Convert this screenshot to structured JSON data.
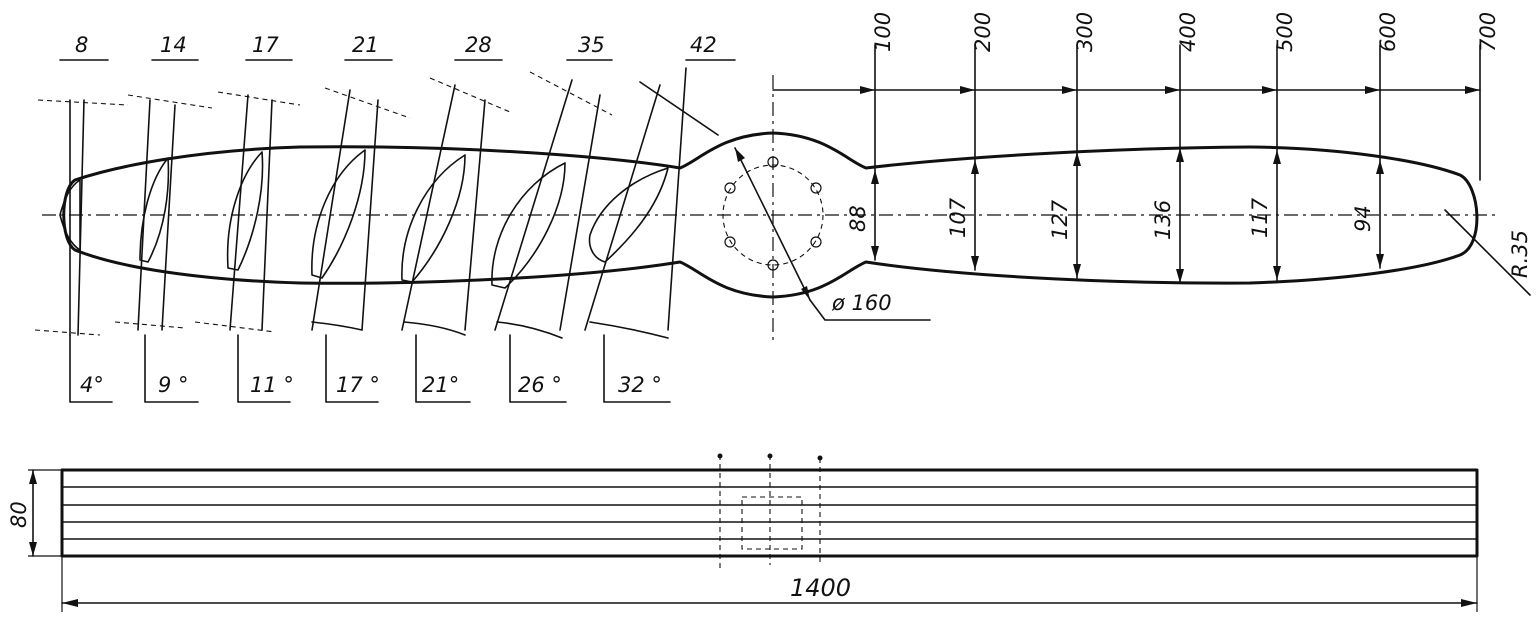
{
  "top_view": {
    "stations_mm": [
      "100",
      "200",
      "300",
      "400",
      "500",
      "600",
      "700"
    ],
    "widths_mm": [
      "88",
      "107",
      "127",
      "136",
      "117",
      "94"
    ],
    "tip_radius": "R.35",
    "hub_diameter": "ø 160",
    "section_depths": [
      "8",
      "14",
      "17",
      "21",
      "28",
      "35",
      "42"
    ],
    "section_angles": [
      "4°",
      "9 °",
      "11 °",
      "17 °",
      "21°",
      "26 °",
      "32 °"
    ]
  },
  "side_view": {
    "thickness": "80",
    "length": "1400"
  }
}
